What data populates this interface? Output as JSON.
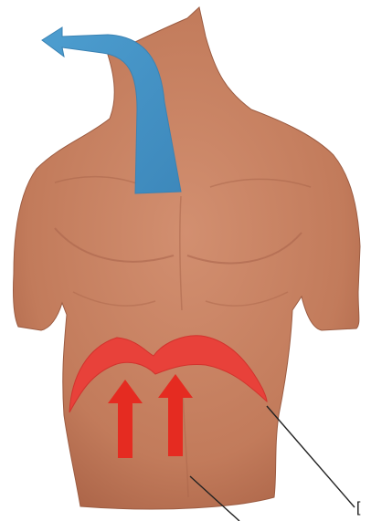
{
  "diagram": {
    "labels": {
      "cut_off_label_fragment": "["
    },
    "arrows": {
      "airflow_out": {
        "direction": "up-left",
        "color": "#4a9fd0"
      },
      "diaphragm_push": {
        "direction": "up",
        "count": 2,
        "color": "#e52b21"
      }
    },
    "colors": {
      "skin": "#c98363",
      "skin_shadow": "#ad6548",
      "diaphragm": "#e8413a",
      "diaphragm_edge": "#d2332d",
      "background": "#ffffff",
      "leader_line": "#222222"
    }
  }
}
